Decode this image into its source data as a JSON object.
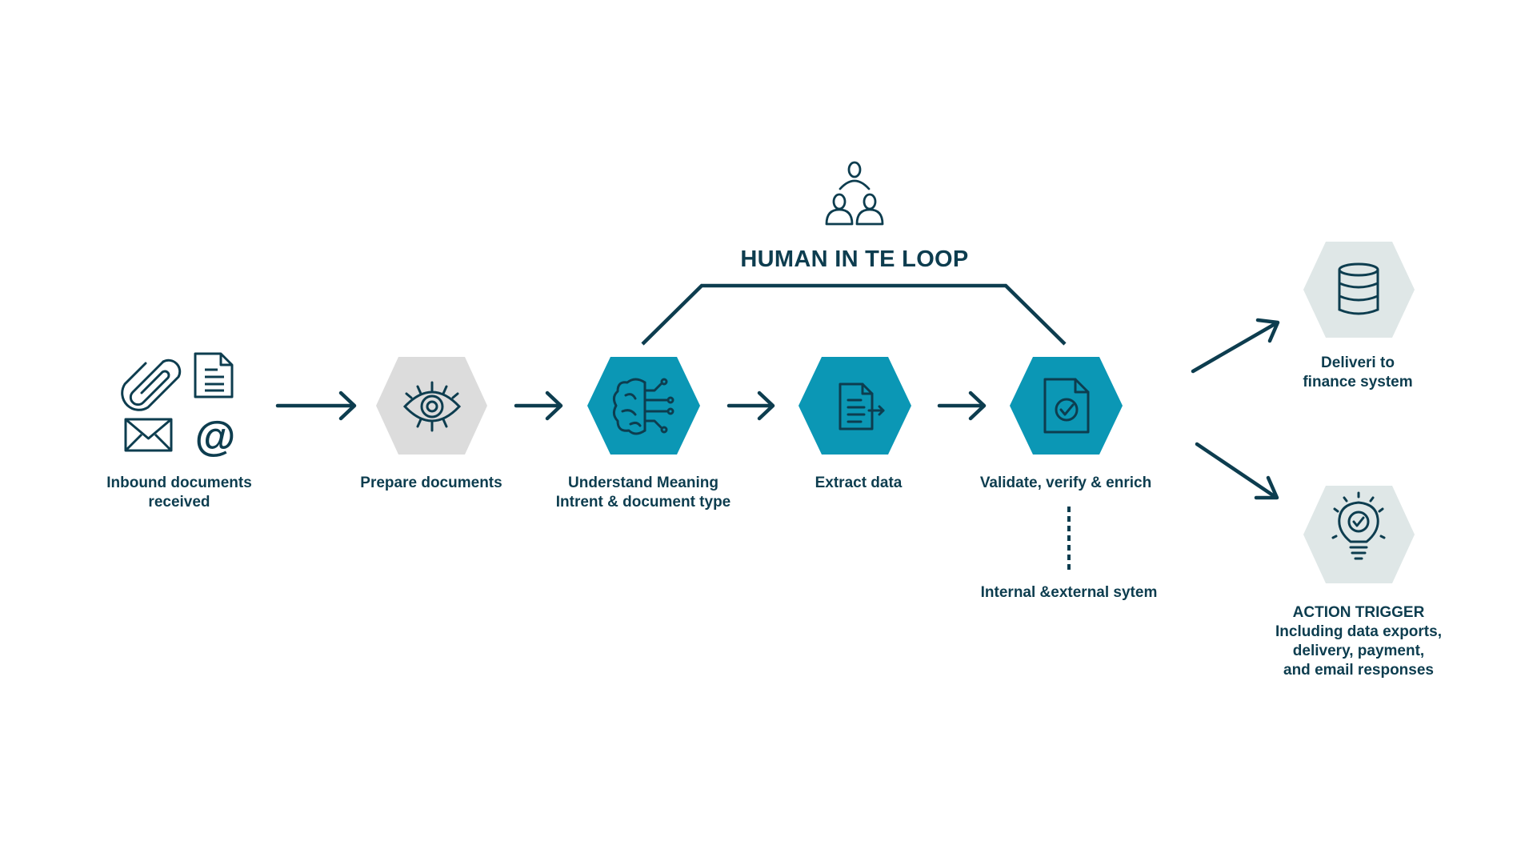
{
  "colors": {
    "ink": "#0d3d4f",
    "hex_teal": "#0b97b5",
    "hex_grey": "#dcdcdc",
    "hex_light": "#dfe7e7"
  },
  "human_loop": {
    "title": "HUMAN IN TE LOOP",
    "icon": "people-network-icon"
  },
  "steps": [
    {
      "id": "inbound",
      "lines": [
        "Inbound documents",
        "received"
      ],
      "icons": [
        "paperclip-icon",
        "document-icon",
        "envelope-icon",
        "at-sign-icon"
      ]
    },
    {
      "id": "prepare",
      "lines": [
        "Prepare documents"
      ],
      "icon": "eye-icon"
    },
    {
      "id": "understand",
      "lines": [
        "Understand Meaning",
        "Intrent & document type"
      ],
      "icon": "brain-circuit-icon"
    },
    {
      "id": "extract",
      "lines": [
        "Extract data"
      ],
      "icon": "document-export-icon"
    },
    {
      "id": "validate",
      "lines": [
        "Validate, verify & enrich"
      ],
      "icon": "document-check-icon"
    }
  ],
  "external": {
    "label": "Internal &external sytem"
  },
  "outputs": [
    {
      "id": "deliver",
      "lines": [
        "Deliveri to",
        "finance system"
      ],
      "icon": "database-icon"
    },
    {
      "id": "action",
      "lines": [
        "ACTION TRIGGER",
        "Including data exports,",
        "delivery, payment,",
        "and email responses"
      ],
      "icon": "lightbulb-check-icon"
    }
  ]
}
